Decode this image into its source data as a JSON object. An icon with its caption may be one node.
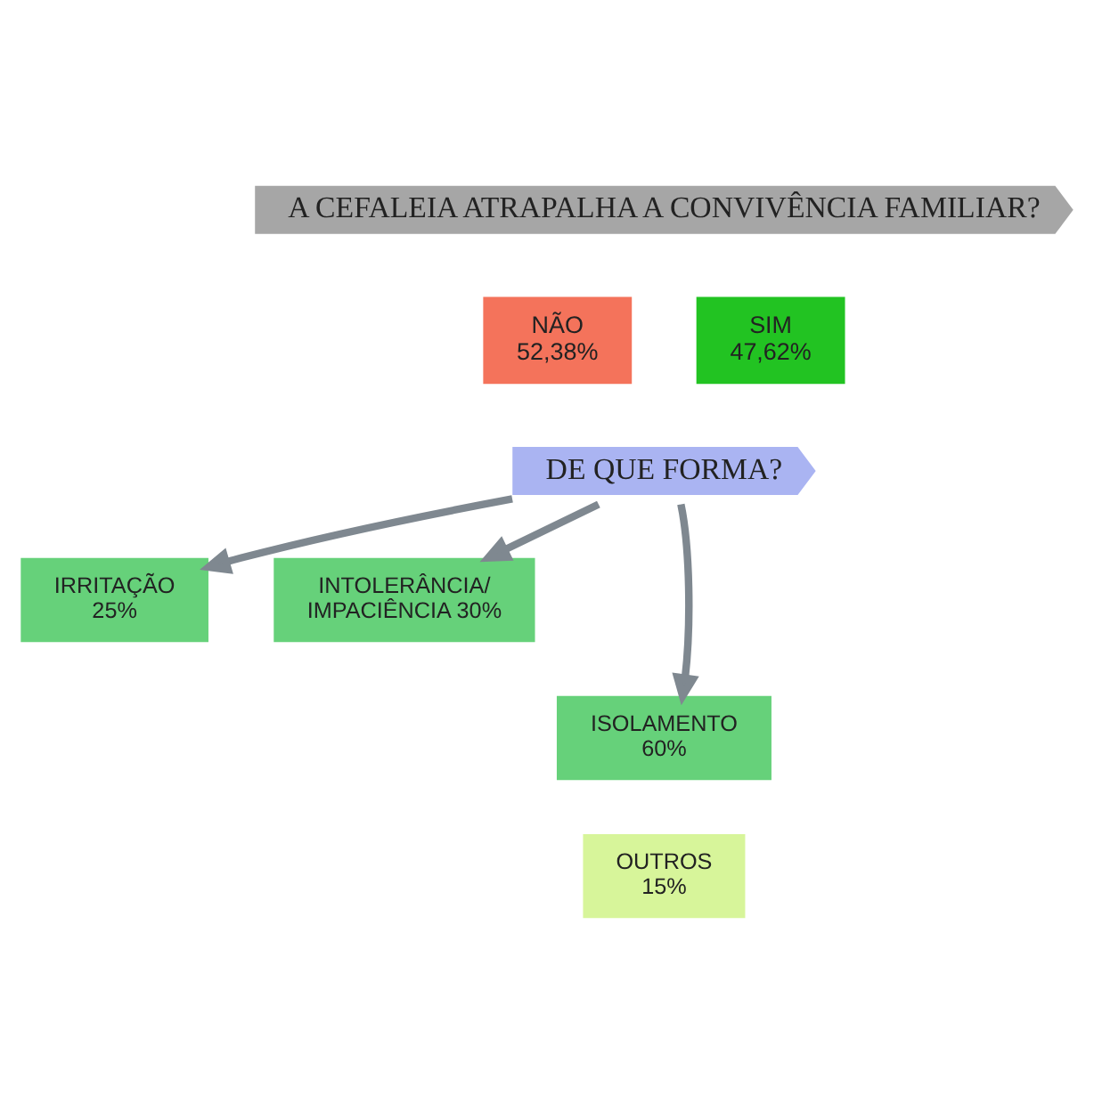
{
  "diagram": {
    "nodes": [
      {
        "text": [
          "A CEFALEIA ATRAPALHA A CONVIVÊNCIA FAMILIAR?"
        ]
      },
      {
        "text": [
          "NÃO",
          "52,38%"
        ]
      },
      {
        "text": [
          "SIM",
          "47,62%"
        ]
      },
      {
        "text": [
          "DE QUE FORMA?"
        ]
      },
      {
        "text": [
          "IRRITAÇÃO",
          "25%"
        ]
      },
      {
        "text": [
          "INTOLERÂNCIA/ IMPACIÊNCIA 30%"
        ]
      },
      {
        "text": [
          "ISOLAMENTO",
          "60%"
        ]
      },
      {
        "text": [
          "OUTROS",
          "15%"
        ]
      }
    ],
    "edges": [
      {
        "from": 3,
        "to": 4,
        "arrow": "to"
      },
      {
        "from": 3,
        "to": 5,
        "arrow": "to"
      },
      {
        "from": 3,
        "to": 6,
        "arrow": "to"
      }
    ]
  }
}
